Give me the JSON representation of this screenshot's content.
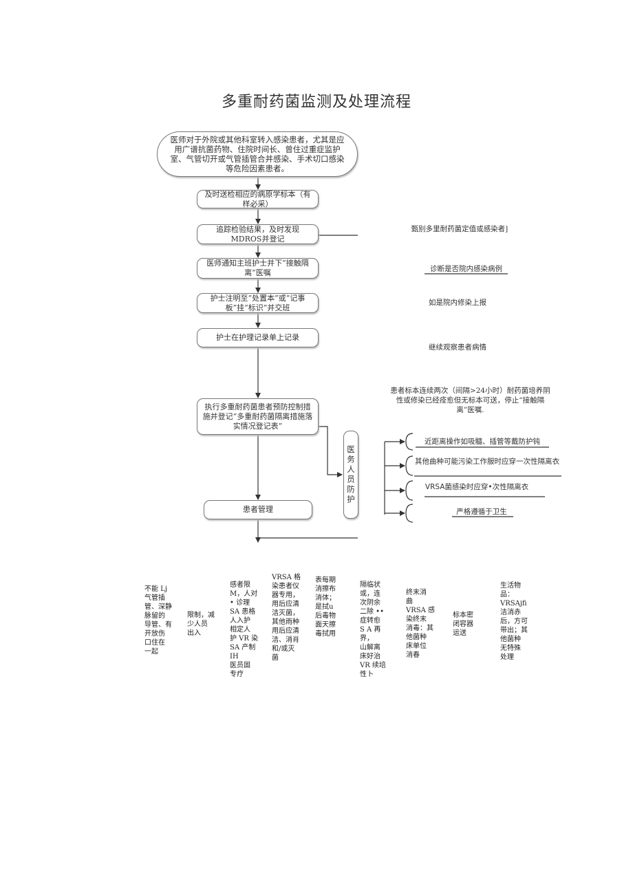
{
  "title": "多重耐药菌监测及处理流程",
  "flow": {
    "step1": "医师对于外院或其他科室转入感染患者，尤其是应用广谱抗菌药物、住院时间长、曾住过重症监护室、气管切开或气管插管合并感染、手术切口感染等危险因素患者。",
    "step2": "及时送检相应的病原学标本（有样必采）",
    "step3": "追踪检验结果，及时发现MDROS并登记",
    "step4": "医师通知主班护士并下“接触隔离”医嘱",
    "step5": "护士注明至“处置本”或“记事板”挂“标识”并交班",
    "step6": "护士在护理记录单上记录",
    "step7": "执行多重耐药菌患者预防控制措施并登记“多重耐药菌隔离措施落实情况登记表”",
    "step8": "患者管理",
    "staff_box": "医务人员防护"
  },
  "side_notes": {
    "n1": "甄别多里耐药菌定值或感染者]",
    "n2": "诊断是否院内感染病例",
    "n3": "如是院内修染上报",
    "n4": "继续观察患者病情",
    "n5": "患者标本连续两次（间隔>24小时）耐药菌培养阴性或修染已经痊愈但无标本可送，停止“接触隔离”医嘱."
  },
  "staff_notes": {
    "p1": "近距离操作如吸髓、插管等戴防护钝",
    "p2": "其他曲种可能污染工作服时应穿一次性隔离衣",
    "p3": "VRSA菌感染时应穿•次性隔离衣",
    "p4": "严格遵循于卫生"
  },
  "management": [
    "不能 Lj\n气管插\n管、深静\n脉留的\n导管、有\n开放伤\n口住在\n一起",
    "限制，减\n少人员\n出入",
    "感者限\nM，人对\n• 诊理\nSA 患格\n人入护\n相定人\n护 VR 染\nSA 产制 IH\n医员固\n专疗",
    "VRSA 格\n染患者仪\n器专用，\n用后应清\n洁灭菌，\n其他雨种\n用后应清\n洁、消肖\n和/或灭\n菌",
    "表每期\n消擦布\n消体；\n是拭u\n后毒物\n面天擦\n毒拭用",
    "隔临状\n或，连\n次阴余\n二除 ••\n症转愈\nS A 再界，\n山解离\n床好治\nVR 续培\n性卜",
    "终末消\n曲\nVRSA 感\n染终末\n消毒：其\n他菌种\n床单位\n消春",
    "标本密\n闭容器\n运送",
    "生活物\n品：\nVRSAjfi\n洁消赤\n后，方可\n带出；其\n他菌种\n无特殊\n处理"
  ]
}
